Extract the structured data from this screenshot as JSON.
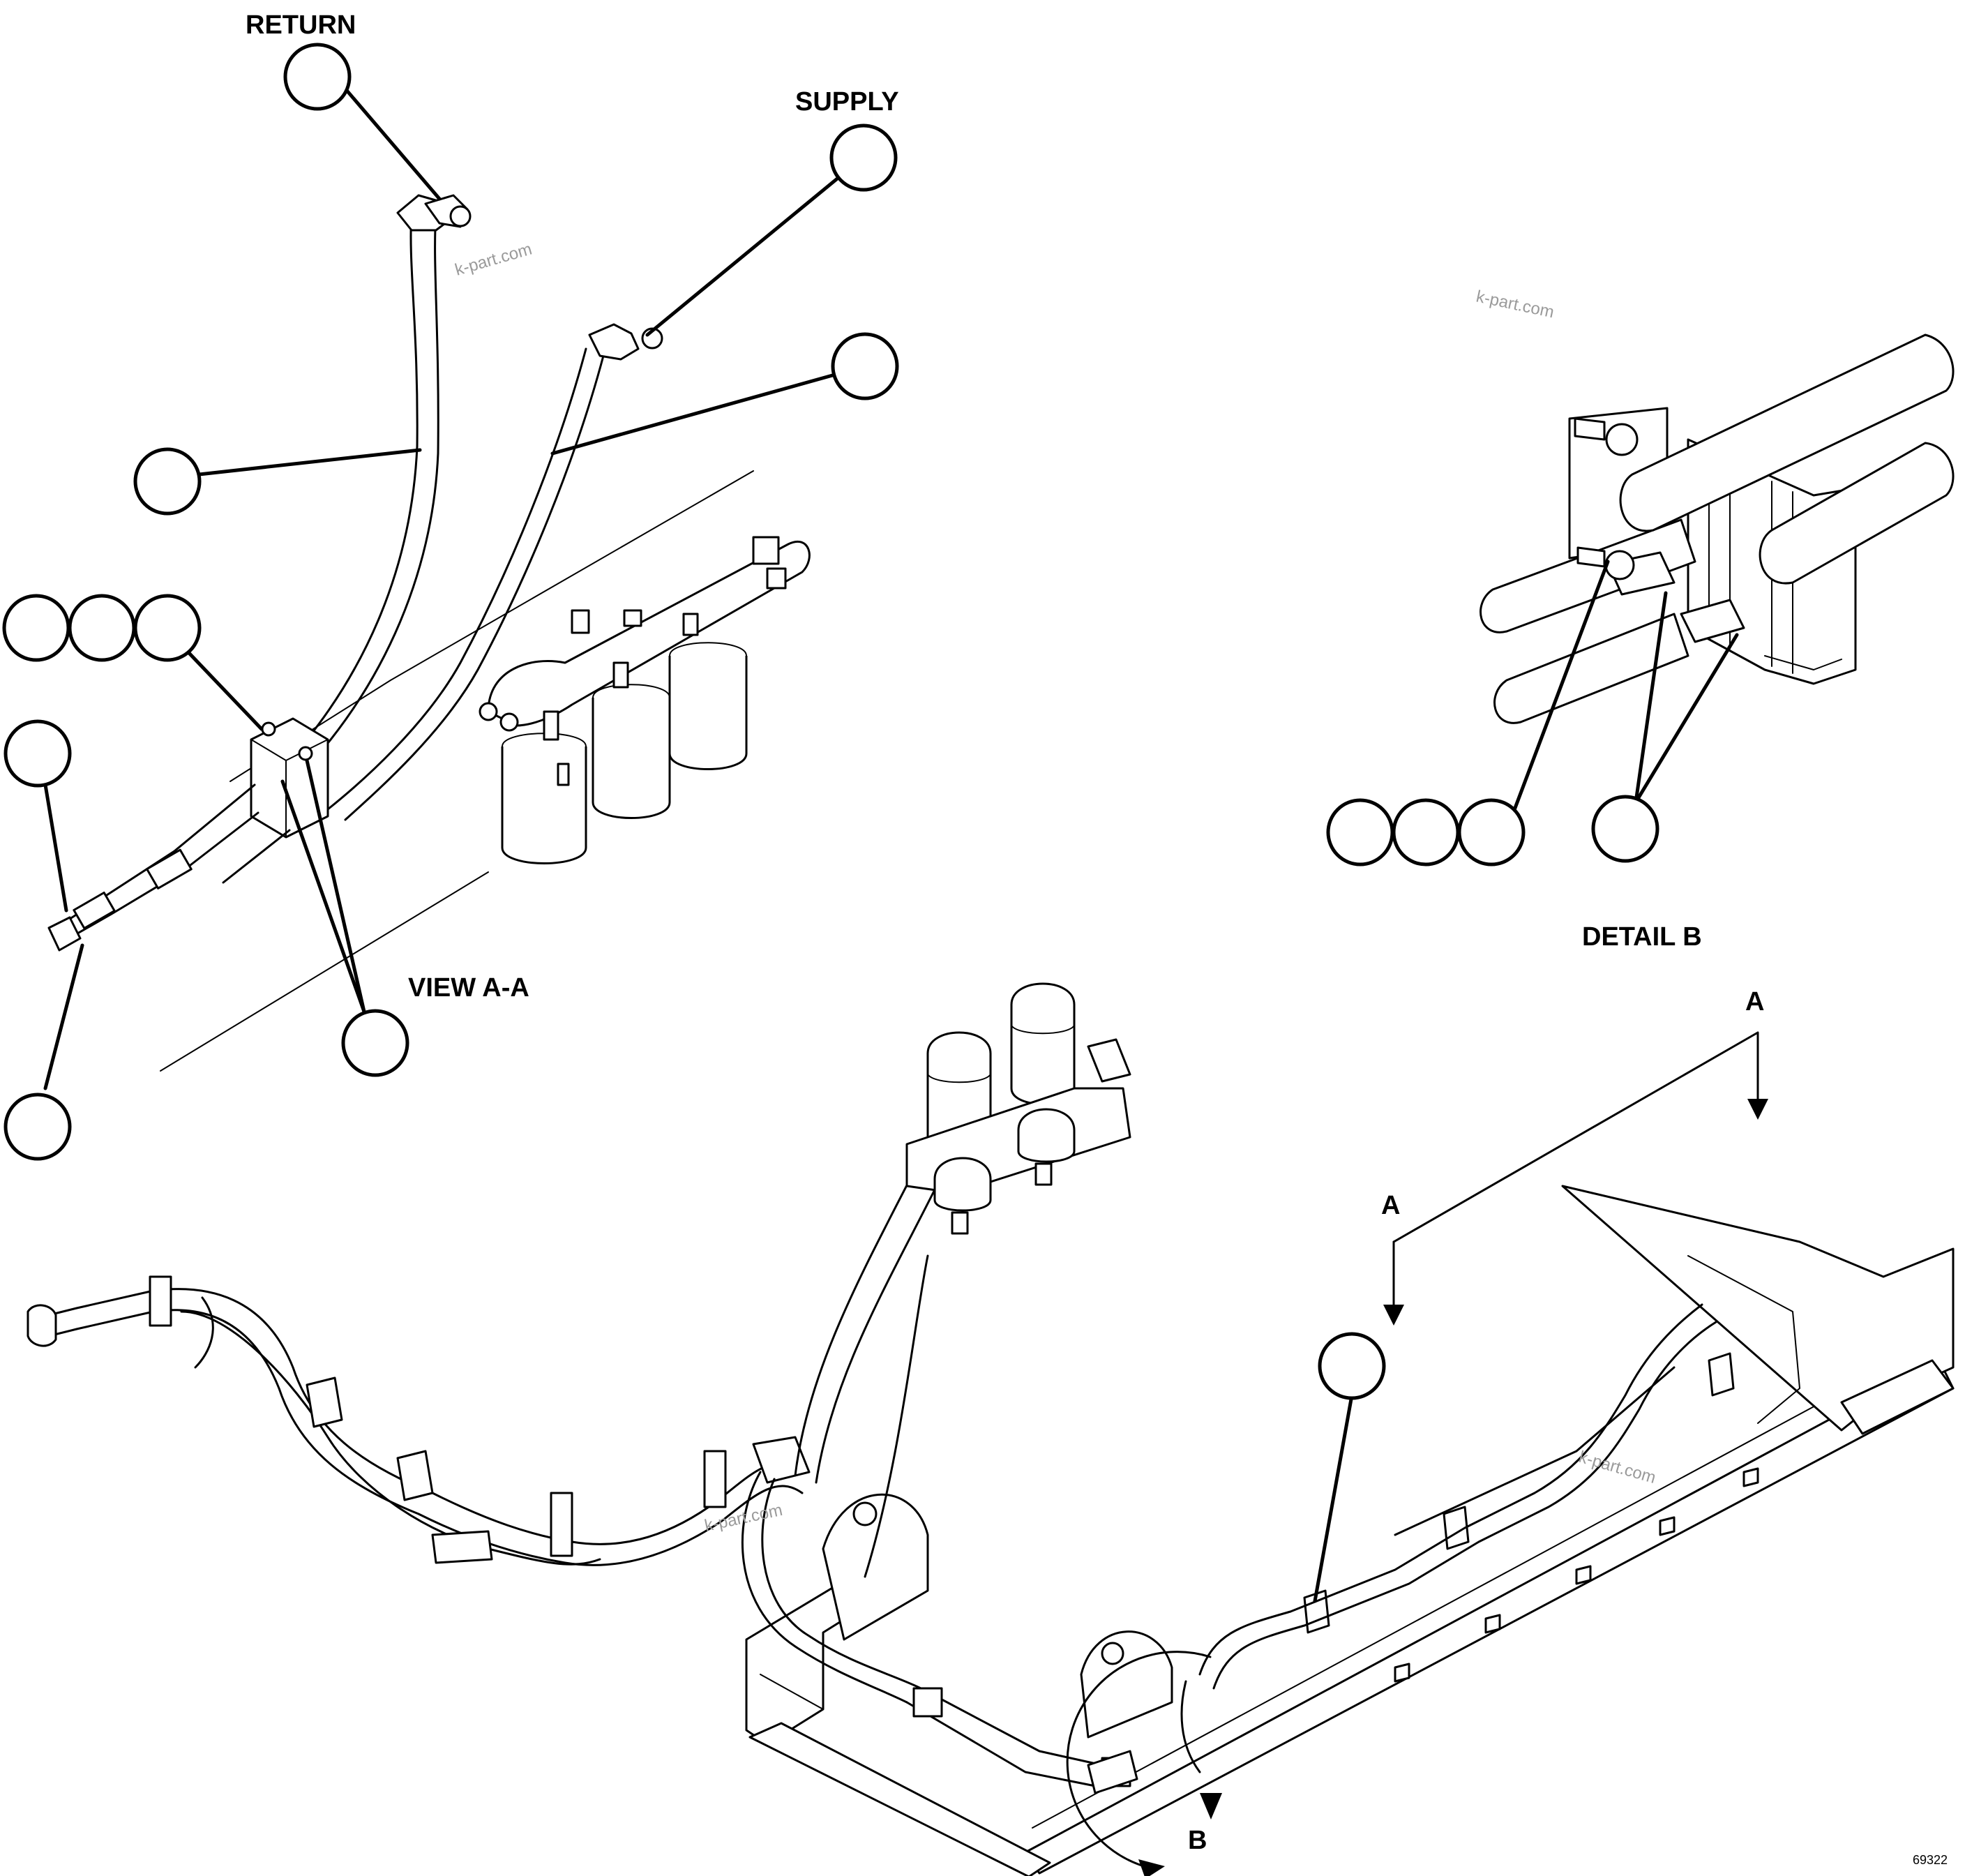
{
  "labels": {
    "return": "RETURN",
    "supply": "SUPPLY",
    "view_a_a": "VIEW A-A",
    "detail_b": "DETAIL B",
    "section_a_top": "A",
    "section_a_left": "A",
    "detail_marker_b": "B"
  },
  "watermark": "k-part.com",
  "figure_number": "69322"
}
